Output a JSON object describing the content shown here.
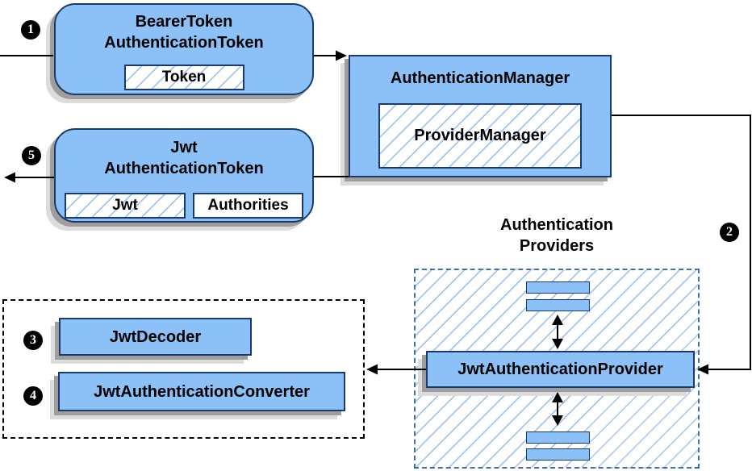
{
  "colors": {
    "node_fill": "#8bc1f7",
    "node_border": "#1b3a6b",
    "hatch_line": "#a3c7ee",
    "providers_group_border": "#4170a8",
    "decoder_group_border": "#000000",
    "shadow_dark": "#9e9e9e",
    "shadow_light": "#dcdcdc",
    "connector": "#000000",
    "badge_bg": "#000000",
    "badge_text": "#ffffff"
  },
  "badges": [
    {
      "step": "1"
    },
    {
      "step": "2"
    },
    {
      "step": "3"
    },
    {
      "step": "4"
    },
    {
      "step": "5"
    }
  ],
  "nodes": {
    "bearer_token": {
      "title_line1": "BearerToken",
      "title_line2": "AuthenticationToken",
      "field": "Token"
    },
    "authentication_manager": {
      "title": "AuthenticationManager",
      "impl": "ProviderManager"
    },
    "jwt_token": {
      "title_line1": "Jwt",
      "title_line2": "AuthenticationToken",
      "field1": "Jwt",
      "field2": "Authorities"
    },
    "providers_group": {
      "label_line1": "Authentication",
      "label_line2": "Providers"
    },
    "jwt_authentication_provider": {
      "title": "JwtAuthenticationProvider"
    },
    "jwt_decoder": {
      "title": "JwtDecoder"
    },
    "jwt_authentication_converter": {
      "title": "JwtAuthenticationConverter"
    }
  }
}
